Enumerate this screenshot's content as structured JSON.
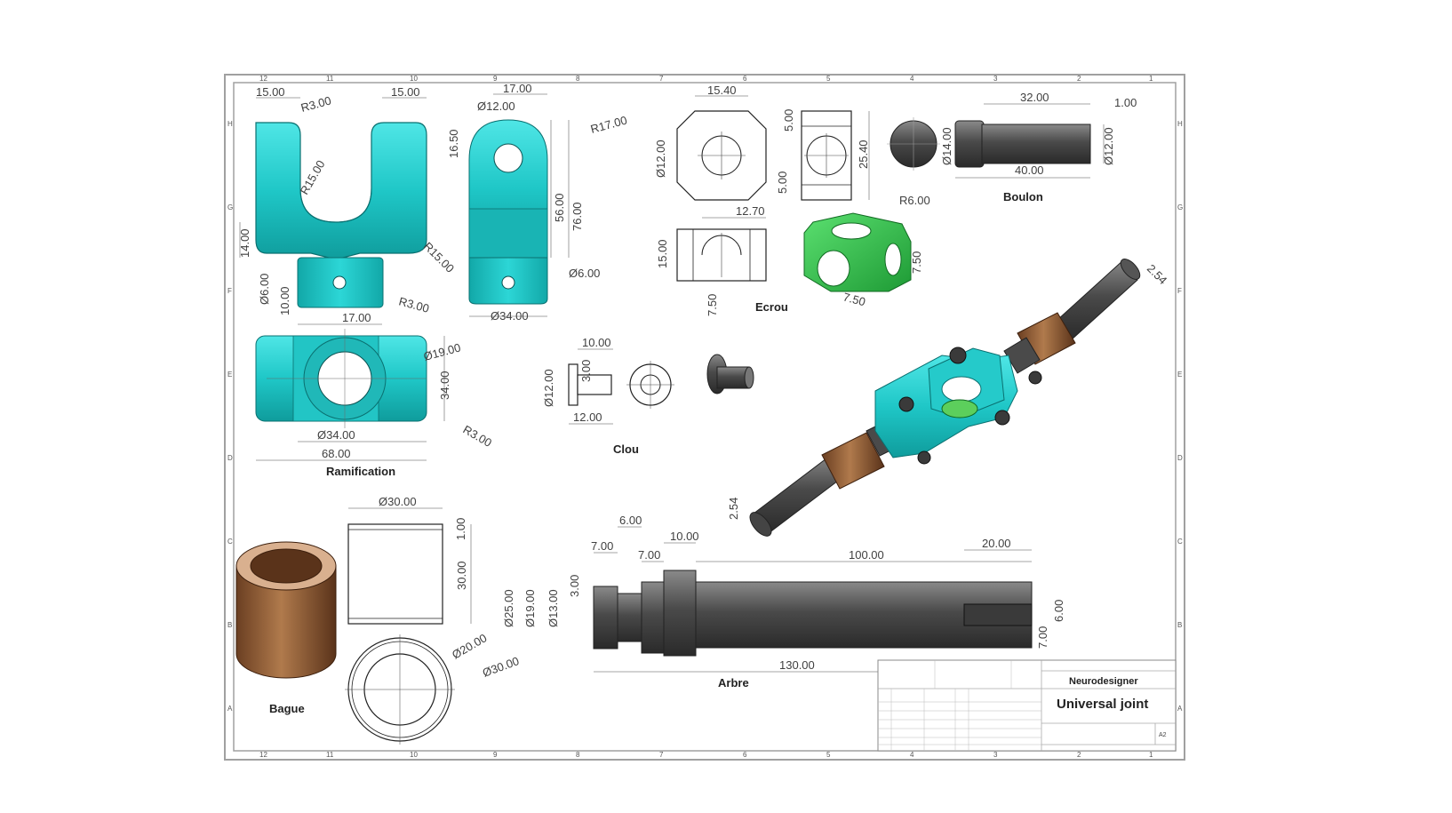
{
  "sheet": {
    "zones_columns": [
      "12",
      "11",
      "10",
      "9",
      "8",
      "7",
      "6",
      "5",
      "4",
      "3",
      "2",
      "1"
    ],
    "zones_rows": [
      "H",
      "G",
      "F",
      "E",
      "D",
      "C",
      "B",
      "A"
    ]
  },
  "parts": {
    "ramification": {
      "label": "Ramification",
      "dims": [
        "15.00",
        "R3.00",
        "15.00",
        "R15.00",
        "14.00",
        "R15.00",
        "Ø6.00",
        "10.00",
        "R3.00",
        "17.00",
        "Ø19.00",
        "34.00",
        "Ø34.00",
        "68.00",
        "R3.00"
      ]
    },
    "fork_side": {
      "dims": [
        "17.00",
        "Ø12.00",
        "16.50",
        "R17.00",
        "56.00",
        "76.00",
        "Ø6.00",
        "Ø34.00"
      ]
    },
    "ecrou": {
      "label": "Ecrou",
      "dims": [
        "15.40",
        "Ø12.00",
        "5.00",
        "25.40",
        "5.00",
        "12.70",
        "15.00",
        "7.50",
        "R6.00",
        "7.50",
        "7.50"
      ]
    },
    "boulon": {
      "label": "Boulon",
      "dims": [
        "32.00",
        "1.00",
        "Ø14.00",
        "Ø12.00",
        "40.00"
      ]
    },
    "clou": {
      "label": "Clou",
      "dims": [
        "10.00",
        "Ø12.00",
        "3.00",
        "12.00"
      ]
    },
    "bague": {
      "label": "Bague",
      "dims": [
        "Ø30.00",
        "1.00",
        "30.00",
        "Ø20.00",
        "Ø30.00"
      ]
    },
    "arbre": {
      "label": "Arbre",
      "dims": [
        "6.00",
        "7.00",
        "10.00",
        "7.00",
        "100.00",
        "20.00",
        "Ø25.00",
        "Ø19.00",
        "Ø13.00",
        "3.00",
        "6.00",
        "7.00",
        "130.00"
      ]
    },
    "assembly": {
      "dims": [
        "2.54",
        "2.54"
      ]
    }
  },
  "title_block": {
    "company": "Neurodesigner",
    "title": "Universal joint",
    "size": "A2"
  },
  "colors": {
    "cyan": "#1fc7c7",
    "green": "#2fb84a",
    "bronze": "#a0673a",
    "steel": "#555555",
    "border": "#9a9a9a"
  }
}
